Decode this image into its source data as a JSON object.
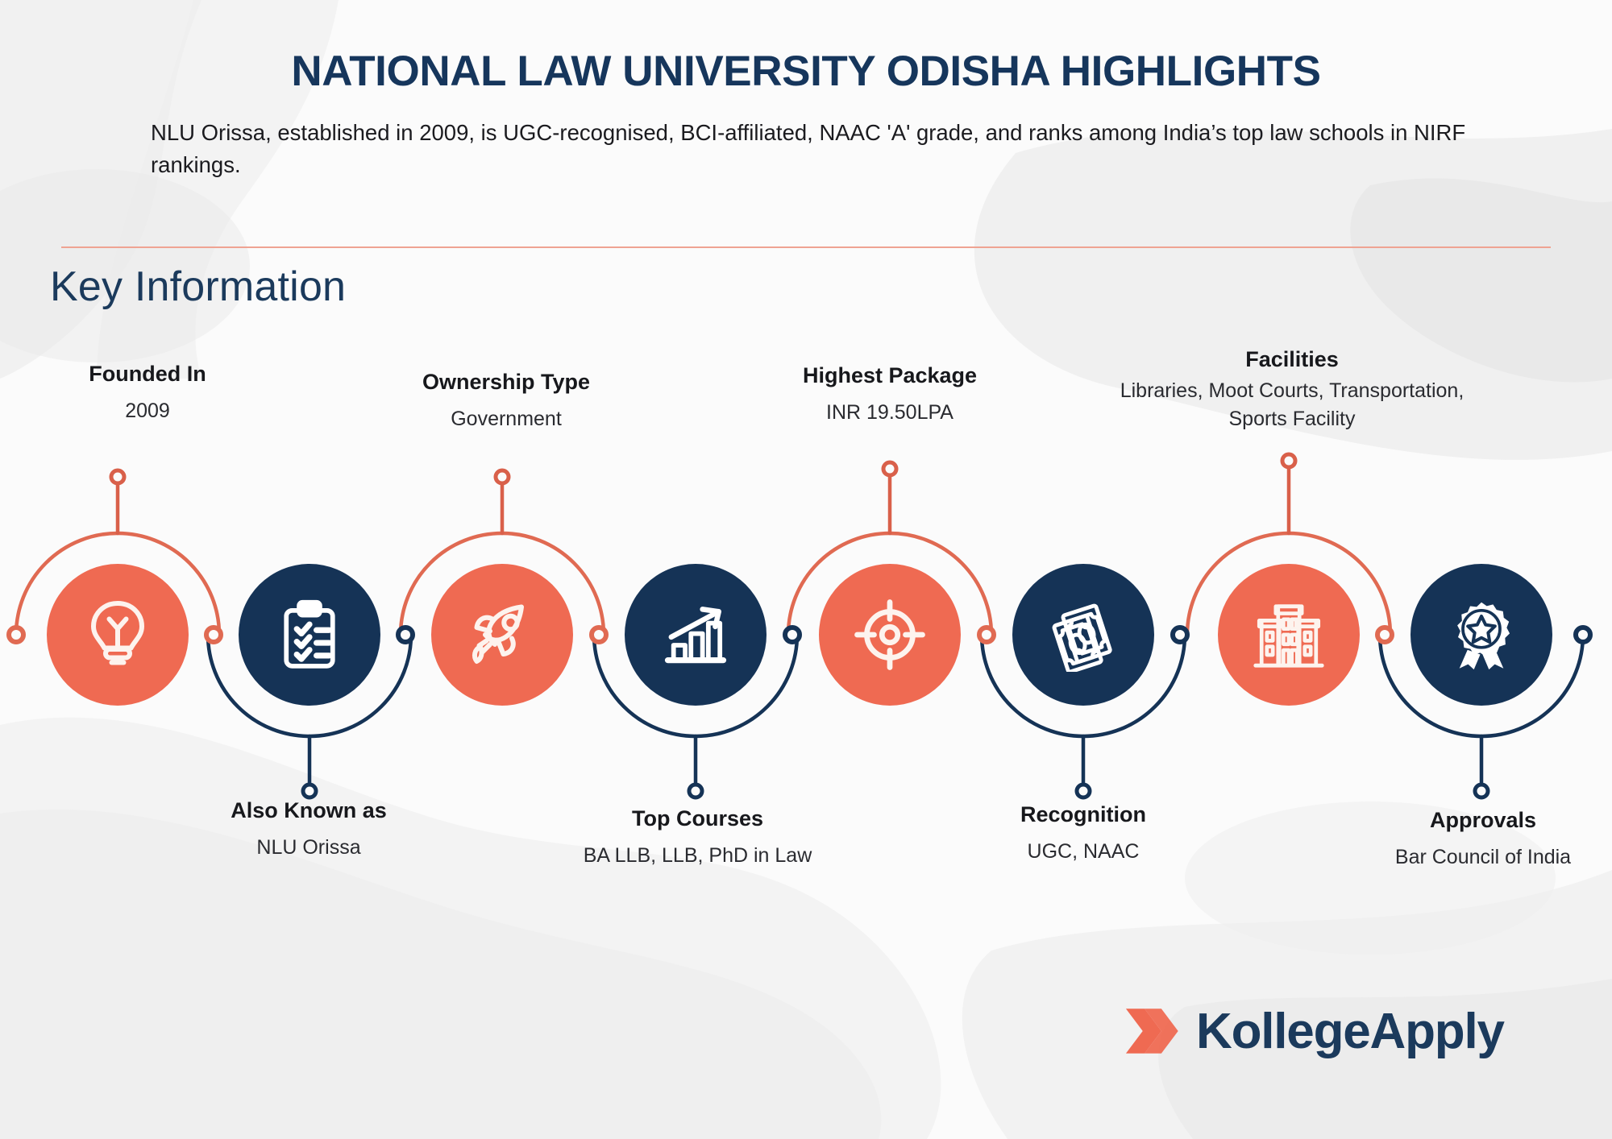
{
  "header": {
    "title": "NATIONAL LAW UNIVERSITY ODISHA HIGHLIGHTS",
    "subtitle": "NLU Orissa, established in 2009, is UGC-recognised, BCI-affiliated, NAAC 'A' grade, and ranks among India’s top law schools in NIRF rankings.",
    "section_title": "Key Information"
  },
  "colors": {
    "coral": "#ef6a52",
    "navy": "#153356",
    "divider": "#efa392",
    "background": "#fbfbfb",
    "title_text": "#16365c"
  },
  "nodes": [
    {
      "id": "founded-in",
      "icon": "lightbulb-icon",
      "color": "coral",
      "position": "above",
      "title": "Founded In",
      "value": "2009"
    },
    {
      "id": "also-known-as",
      "icon": "clipboard-icon",
      "color": "navy",
      "position": "below",
      "title": "Also Known as",
      "value": "NLU Orissa"
    },
    {
      "id": "ownership-type",
      "icon": "rocket-icon",
      "color": "coral",
      "position": "above",
      "title": "Ownership Type",
      "value": "Government"
    },
    {
      "id": "top-courses",
      "icon": "bar-chart-icon",
      "color": "navy",
      "position": "below",
      "title": "Top Courses",
      "value": "BA LLB, LLB,  PhD in Law"
    },
    {
      "id": "highest-package",
      "icon": "target-icon",
      "color": "coral",
      "position": "above",
      "title": "Highest Package",
      "value": "INR 19.50LPA"
    },
    {
      "id": "recognition",
      "icon": "money-icon",
      "color": "navy",
      "position": "below",
      "title": "Recognition",
      "value": "UGC, NAAC"
    },
    {
      "id": "facilities",
      "icon": "building-icon",
      "color": "coral",
      "position": "above",
      "title": "Facilities",
      "value": "Libraries, Moot Courts, Transportation, Sports Facility"
    },
    {
      "id": "approvals",
      "icon": "award-badge-icon",
      "color": "navy",
      "position": "below",
      "title": "Approvals",
      "value": "Bar Council of India"
    }
  ],
  "logo": {
    "text": "KollegeApply",
    "mark": "double-chevron-icon"
  }
}
